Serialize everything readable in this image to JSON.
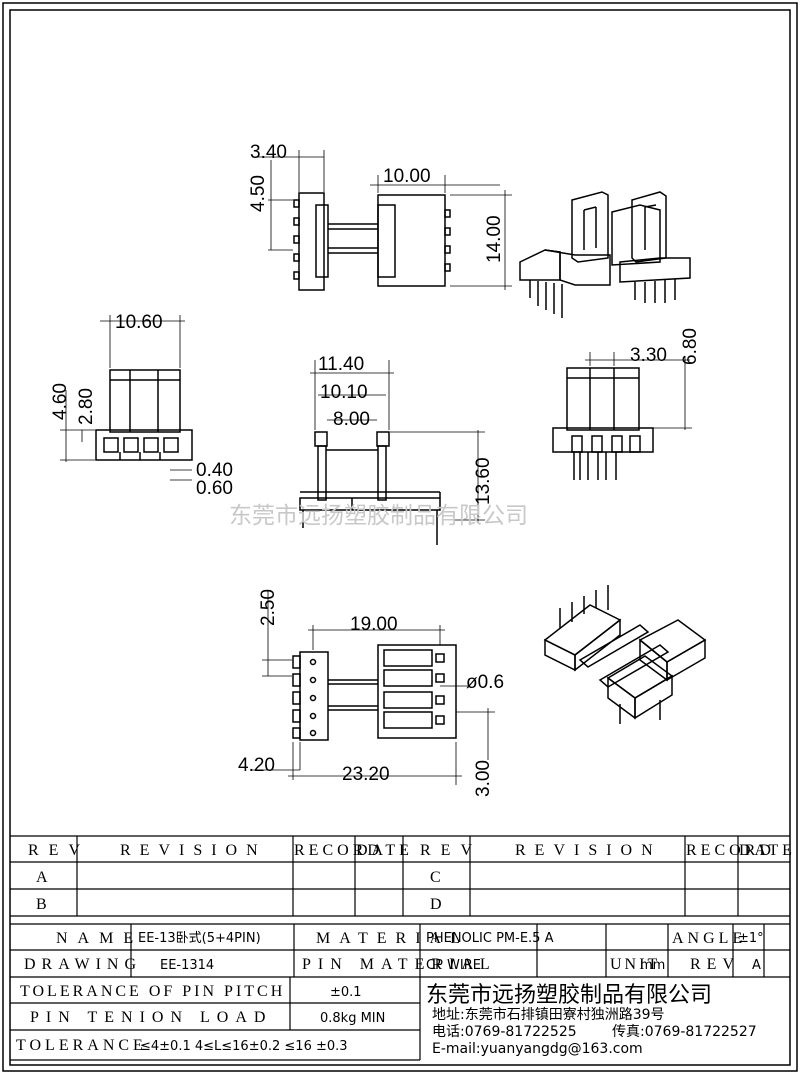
{
  "dimensions": {
    "top_width": "3.40",
    "top_pitch": "4.50",
    "top_body": "10.00",
    "top_height": "14.00",
    "left_width": "10.60",
    "left_h1": "4.60",
    "left_h2": "2.80",
    "left_pin1": "0.40",
    "left_pin2": "0.60",
    "front_w1": "11.40",
    "front_w2": "10.10",
    "front_w3": "8.00",
    "front_height": "13.60",
    "right_offset": "3.30",
    "right_height": "6.80",
    "bottom_pitch": "2.50",
    "bottom_width": "19.00",
    "bottom_hole": "ø0.6",
    "bottom_edge": "4.20",
    "bottom_total": "23.20",
    "bottom_offset": "3.00"
  },
  "watermark": "东莞市远扬塑胶制品有限公司",
  "revision": {
    "rev": "REV",
    "revision_record": "REVISION",
    "record": "RECORD",
    "date": "DATE",
    "rows_left": [
      "A",
      "B"
    ],
    "rows_right": [
      "C",
      "D"
    ]
  },
  "title_block": {
    "name_label": "NAME",
    "name_value": "EE-13卧式(5+4PIN)",
    "drawing_label": "DRAWING",
    "drawing_value": "EE-1314",
    "tolerance_pin_label": "TOLERANCE OF PIN PITCH",
    "tolerance_pin_value": "±0.1",
    "pin_tension_label": "PIN TENION LOAD",
    "pin_tension_value": "0.8kg MIN",
    "tolerance_label": "TOLERANCE",
    "tolerance_value": "≤4±0.1  4≤L≤16±0.2  ≤16 ±0.3",
    "material_label": "MATERIAL",
    "material_value": "PHENOLIC PM-E.5 A",
    "angle_label": "ANGLE",
    "angle_value": "±1°",
    "pin_material_label": "PIN MATERIAL",
    "pin_material_value": "CP WIRE",
    "unit_label": "UNIT",
    "unit_value": "mm",
    "rev_label": "REV",
    "rev_value": "A"
  },
  "company": {
    "name": "东莞市远扬塑胶制品有限公司",
    "address": "地址:东莞市石排镇田寮村独洲路39号",
    "phone": "电话:0769-81722525",
    "fax": "传真:0769-81722527",
    "email": "E-mail:yuanyangdg@163.com"
  }
}
